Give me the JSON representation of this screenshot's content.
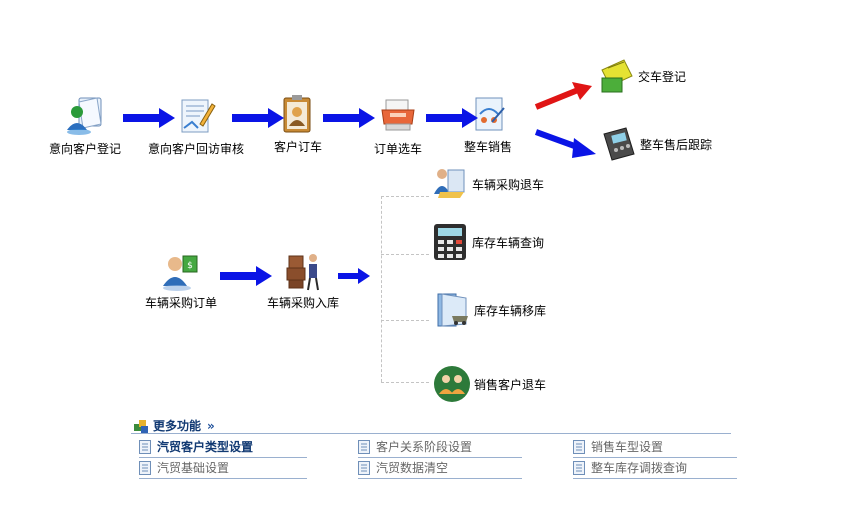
{
  "flow_top": [
    {
      "label": "意向客户登记",
      "icon": "customer-register-icon"
    },
    {
      "label": "意向客户回访审核",
      "icon": "revisit-review-icon"
    },
    {
      "label": "客户订车",
      "icon": "customer-order-icon"
    },
    {
      "label": "订单选车",
      "icon": "order-select-car-icon"
    },
    {
      "label": "整车销售",
      "icon": "vehicle-sales-icon"
    }
  ],
  "branches_top": [
    {
      "label": "交车登记",
      "icon": "delivery-register-icon"
    },
    {
      "label": "整车售后跟踪",
      "icon": "after-sales-tracking-icon"
    }
  ],
  "flow_bottom": [
    {
      "label": "车辆采购订单",
      "icon": "purchase-order-icon"
    },
    {
      "label": "车辆采购入库",
      "icon": "purchase-stock-in-icon"
    }
  ],
  "branches_bottom": [
    {
      "label": "车辆采购退车",
      "icon": "purchase-return-icon"
    },
    {
      "label": "库存车辆查询",
      "icon": "inventory-query-icon"
    },
    {
      "label": "库存车辆移库",
      "icon": "inventory-transfer-icon"
    },
    {
      "label": "销售客户退车",
      "icon": "customer-return-icon"
    }
  ],
  "more": {
    "title": "更多功能",
    "chevron": "»",
    "links": [
      {
        "label": "汽贸客户类型设置",
        "bold": true
      },
      {
        "label": "客户关系阶段设置",
        "bold": false
      },
      {
        "label": "销售车型设置",
        "bold": false
      },
      {
        "label": "汽贸基础设置",
        "bold": false
      },
      {
        "label": "汽贸数据清空",
        "bold": false
      },
      {
        "label": "整车库存调拨查询",
        "bold": false
      }
    ]
  },
  "colors": {
    "arrow_blue": "#0a14e6",
    "arrow_red": "#e01515",
    "link_blue": "#123a73",
    "divider": "#9ab0cf"
  }
}
